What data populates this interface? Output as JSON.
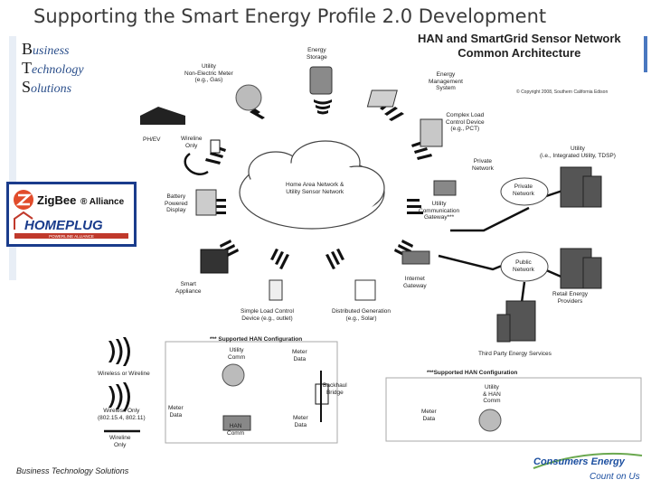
{
  "header": {
    "title": "Supporting the Smart Energy Profile 2.0 Development",
    "bts_line1": "usiness",
    "bts_line2": "echnology",
    "bts_line3": "olutions",
    "bts_cap1": "B",
    "bts_cap2": "T",
    "bts_cap3": "S"
  },
  "partners": {
    "zigbee": "ZigBee",
    "zigbee_suffix": "® Alliance",
    "homeplug": "HOMEPLUG",
    "homeplug_sub": "POWERLINE ALLIANCE"
  },
  "diagram": {
    "title_line1": "HAN and SmartGrid Sensor Network",
    "title_line2": "Common Architecture",
    "copyright": "© Copyright 2008, Southern California Edison",
    "center_cloud": [
      "Home Area Network &",
      "Utility Sensor Network"
    ],
    "private_network": [
      "Private",
      "Network"
    ],
    "public_network": [
      "Public",
      "Network"
    ],
    "labels": {
      "energy_storage": [
        "Energy",
        "Storage"
      ],
      "utility_meter": [
        "Utility",
        "Non-Electric Meter",
        "(e.g., Gas)"
      ],
      "ems": [
        "Energy",
        "Management",
        "System"
      ],
      "complex_load": [
        "Complex Load",
        "Control Device",
        "(e.g., PCT)"
      ],
      "phev": [
        "PH/EV"
      ],
      "wireline_only": [
        "Wireline",
        "Only"
      ],
      "private_network_lbl": [
        "Private",
        "Network"
      ],
      "utility_integrated": [
        "Utility",
        "(i.e., Integrated Utility, TDSP)"
      ],
      "battery_display": [
        "Battery",
        "Powered",
        "Display"
      ],
      "ucg": [
        "Utility",
        "Communication",
        "Gateway***"
      ],
      "smart_appliance": [
        "Smart",
        "Appliance"
      ],
      "internet_gateway": [
        "Internet",
        "Gateway"
      ],
      "retail_energy": [
        "Retail Energy",
        "Providers"
      ],
      "simple_load": [
        "Simple Load Control",
        "Device (e.g., outlet)"
      ],
      "distributed_gen": [
        "Distributed Generation",
        "(e.g., Solar)"
      ],
      "third_party": [
        "Third Party Energy Services"
      ]
    },
    "han_config1": {
      "title": "*** Supported HAN Configuration",
      "utility_comm": [
        "Utility",
        "Comm"
      ],
      "meter_data_top": [
        "Meter",
        "Data"
      ],
      "backhaul": [
        "Backhaul",
        "Bridge"
      ],
      "meter_data_left": [
        "Meter",
        "Data"
      ],
      "han_comm": [
        "HAN",
        "Comm"
      ],
      "meter_data_bottom": [
        "Meter",
        "Data"
      ]
    },
    "han_config2": {
      "title": "***Supported HAN Configuration",
      "utility_han": [
        "Utility",
        "& HAN",
        "Comm"
      ],
      "meter_data": [
        "Meter",
        "Data"
      ]
    },
    "legend": {
      "wireless_or_wireline": "Wireless or Wireline",
      "wireless_only": [
        "Wireless Only",
        "(802.15.4, 802.11)"
      ],
      "wireline_only": [
        "Wireline",
        "Only"
      ]
    }
  },
  "footer": {
    "text": "Business Technology Solutions"
  },
  "brand": {
    "name": "Consumers Energy",
    "tagline": "Count on Us",
    "color": "#1c4fa0",
    "accent": "#6aa84f"
  }
}
